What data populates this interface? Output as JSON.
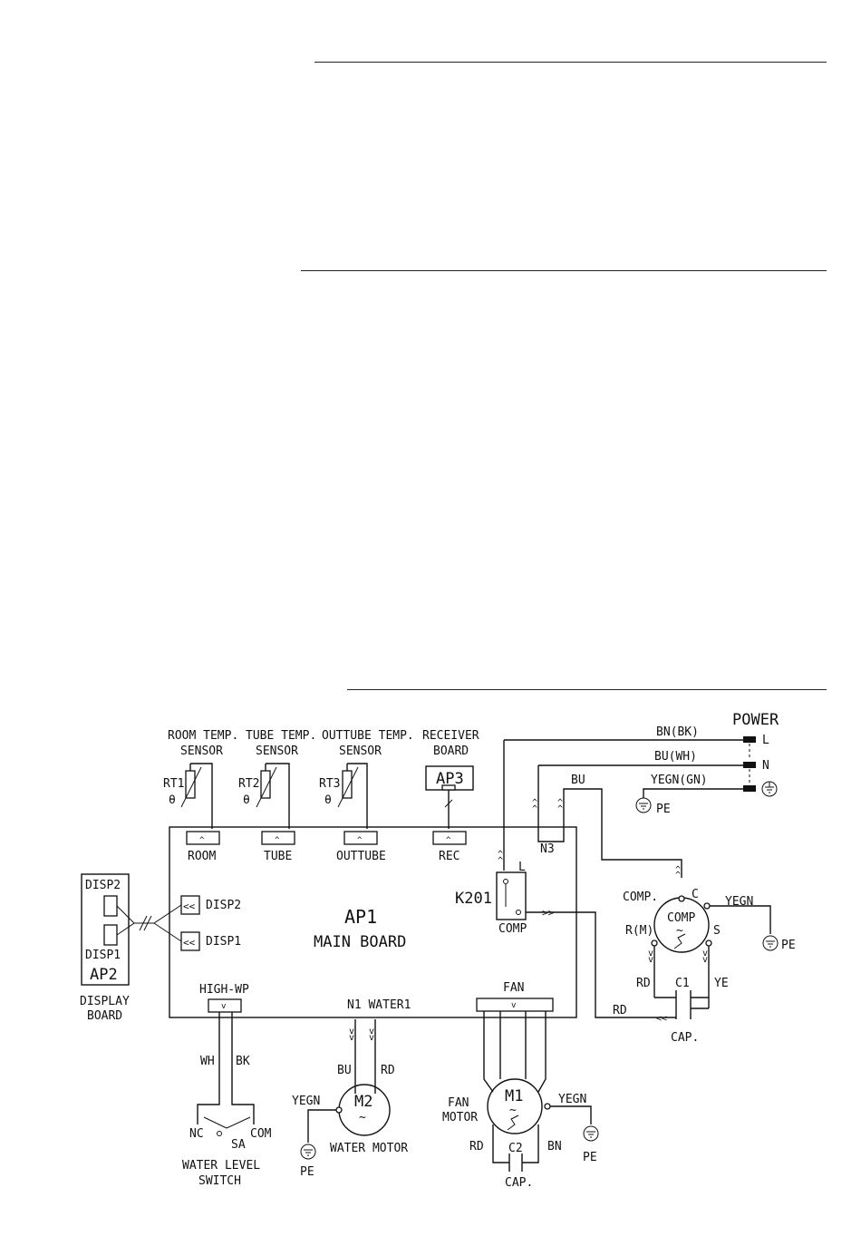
{
  "power": {
    "title": "POWER",
    "L": "L",
    "N": "N",
    "BN": "BN(BK)",
    "BU_WH": "BU(WH)",
    "YEGN_GN": "YEGN(GN)",
    "BU": "BU",
    "PE": "PE",
    "N3": "N3"
  },
  "sensors": {
    "room": {
      "line1": "ROOM TEMP.",
      "line2": "SENSOR",
      "ref": "RT1",
      "theta": "θ",
      "port": "ROOM"
    },
    "tube": {
      "line1": "TUBE TEMP.",
      "line2": "SENSOR",
      "ref": "RT2",
      "theta": "θ",
      "port": "TUBE"
    },
    "outtube": {
      "line1": "OUTTUBE TEMP.",
      "line2": "SENSOR",
      "ref": "RT3",
      "theta": "θ",
      "port": "OUTTUBE"
    },
    "receiver": {
      "line1": "RECEIVER",
      "line2": "BOARD",
      "ref": "AP3",
      "port": "REC"
    }
  },
  "main_board": {
    "ref": "AP1",
    "name": "MAIN BOARD",
    "disp2": "DISP2",
    "disp1": "DISP1",
    "high_wp": "HIGH-WP",
    "water": "N1 WATER1",
    "fan": "FAN",
    "relay": "K201",
    "relay_l": "L",
    "comp": "COMP"
  },
  "display_board": {
    "disp2": "DISP2",
    "disp1": "DISP1",
    "ref": "AP2",
    "line1": "DISPLAY",
    "line2": "BOARD"
  },
  "compressor": {
    "label": "COMP.",
    "inner": "COMP",
    "C": "C",
    "RM": "R(M)",
    "S": "S",
    "YEGN": "YEGN",
    "PE": "PE",
    "RD1": "RD",
    "YE": "YE",
    "C1": "C1",
    "RD2": "RD",
    "cap": "CAP."
  },
  "water_switch": {
    "WH": "WH",
    "BK": "BK",
    "NC": "NC",
    "COM": "COM",
    "SA": "SA",
    "line1": "WATER LEVEL",
    "line2": "SWITCH"
  },
  "water_motor": {
    "BU": "BU",
    "RD": "RD",
    "ref": "M2",
    "YEGN": "YEGN",
    "PE": "PE",
    "name": "WATER MOTOR"
  },
  "fan_motor": {
    "line1": "FAN",
    "line2": "MOTOR",
    "ref": "M1",
    "YEGN": "YEGN",
    "PE": "PE",
    "RD": "RD",
    "BN": "BN",
    "C2": "C2",
    "cap": "CAP."
  }
}
